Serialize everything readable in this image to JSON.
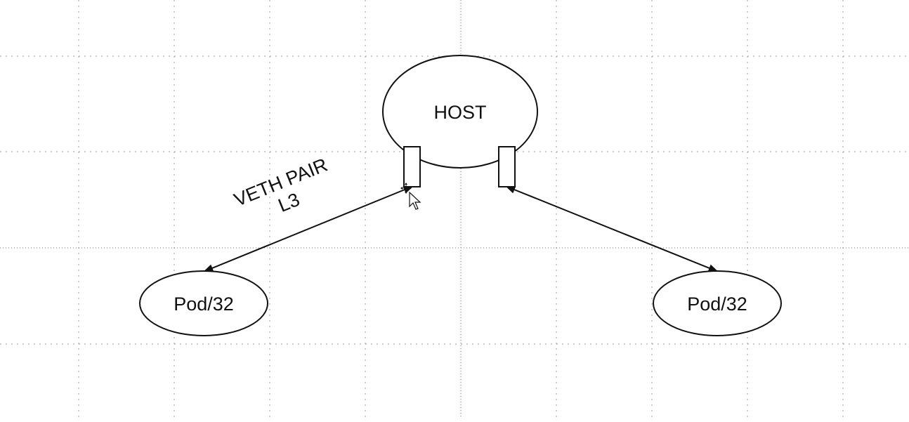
{
  "diagram": {
    "host": {
      "label": "HOST"
    },
    "pods": [
      {
        "label": "Pod/32"
      },
      {
        "label": "Pod/32"
      }
    ],
    "veth_label": {
      "line1": "VETH PAIR",
      "line2": "L3"
    }
  }
}
